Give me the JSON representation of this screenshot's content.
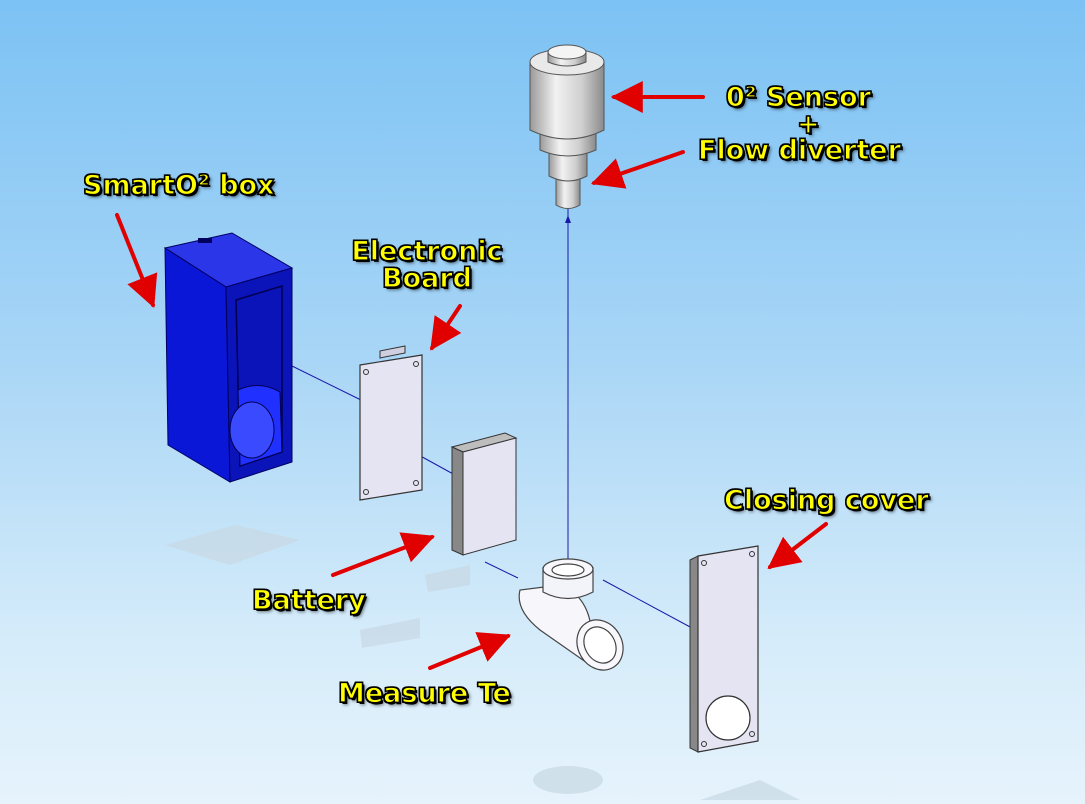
{
  "labels": {
    "o2_sensor": "0² Sensor",
    "plus": "+",
    "flow_diverter": "Flow diverter",
    "smart_box": "SmartO² box",
    "electronic": "Electronic",
    "board": "Board",
    "closing_cover": "Closing cover",
    "battery": "Battery",
    "measure_te": "Measure Te"
  },
  "colors": {
    "box_blue": "#0b17d6",
    "arrow_red": "#e10000",
    "label_yellow": "#ffff00",
    "axis_line": "#1a1aa8",
    "part_light": "#e4e4f2"
  }
}
